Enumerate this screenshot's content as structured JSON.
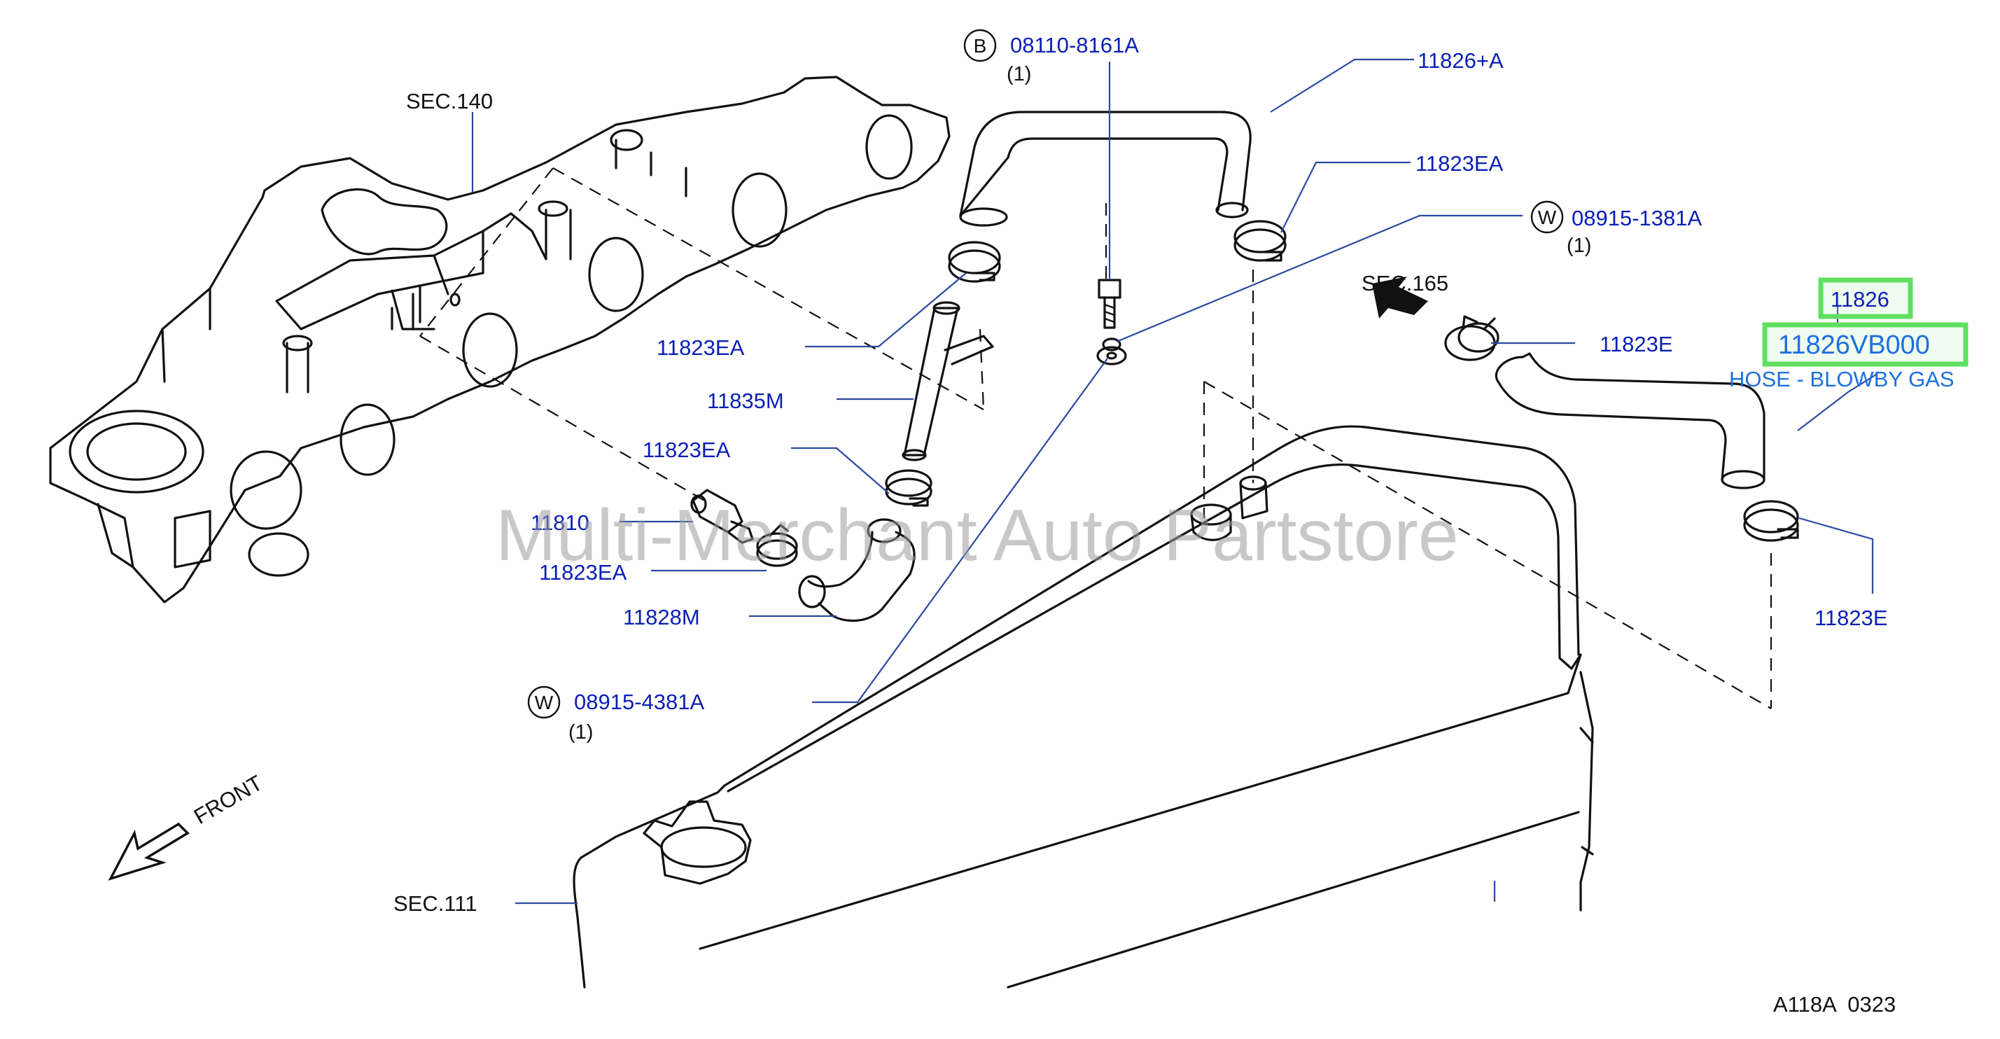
{
  "colors": {
    "label": "#0a1fb5",
    "section": "#111111",
    "leader": "#2a4aa0",
    "highlight": "#5fe05f",
    "hose_desc": "#1d6fe0"
  },
  "watermark": "Multi-Merchant Auto Partstore",
  "diagram_code": "A118A  0323",
  "front_label": "FRONT",
  "sections": {
    "sec140": "SEC.140",
    "sec165": "SEC.165",
    "sec111": "SEC.111"
  },
  "fasteners": {
    "bolt": {
      "badge": "B",
      "part": "08110-8161A",
      "qty": "(1)"
    },
    "washer_top": {
      "badge": "W",
      "part": "08915-1381A",
      "qty": "(1)"
    },
    "washer_bottom": {
      "badge": "W",
      "part": "08915-4381A",
      "qty": "(1)"
    }
  },
  "labels": {
    "hose_top": "11826+A",
    "clamp_top_right": "11823EA",
    "clamp_top_left": "11823EA",
    "tube": "11835M",
    "clamp_mid": "11823EA",
    "pcv_valve": "11810",
    "clamp_low": "11823EA",
    "hose_low": "11828M",
    "clamp_sec165": "11823E",
    "clamp_bottom_right": "11823E"
  },
  "highlighted_part": {
    "ref": "11826",
    "part_number": "11826VB000",
    "description": "HOSE - BLOWBY GAS"
  }
}
